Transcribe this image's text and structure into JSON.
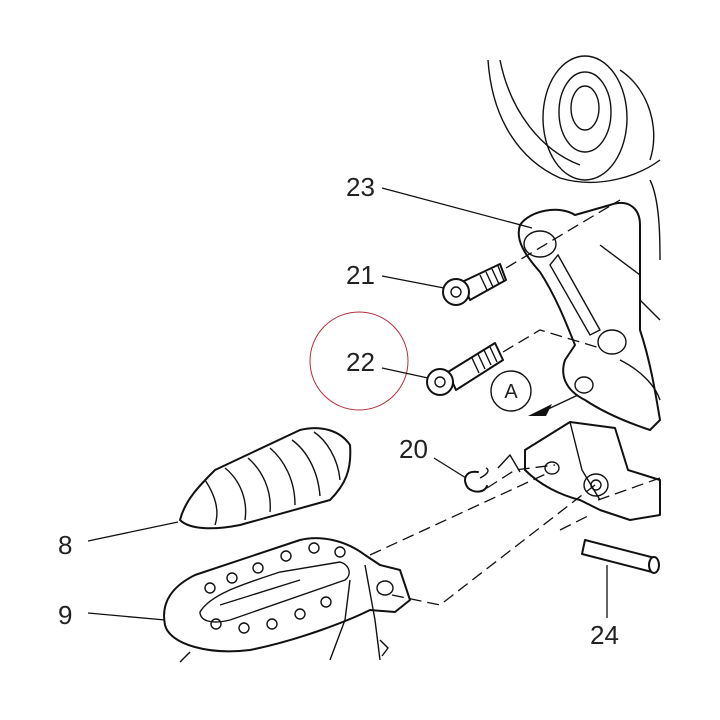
{
  "diagram": {
    "callouts": {
      "c23": "23",
      "c21": "21",
      "c22": "22",
      "c20": "20",
      "c8": "8",
      "c9": "9",
      "c24": "24"
    },
    "detail_marker": "A",
    "highlight_color": "#b03040"
  }
}
